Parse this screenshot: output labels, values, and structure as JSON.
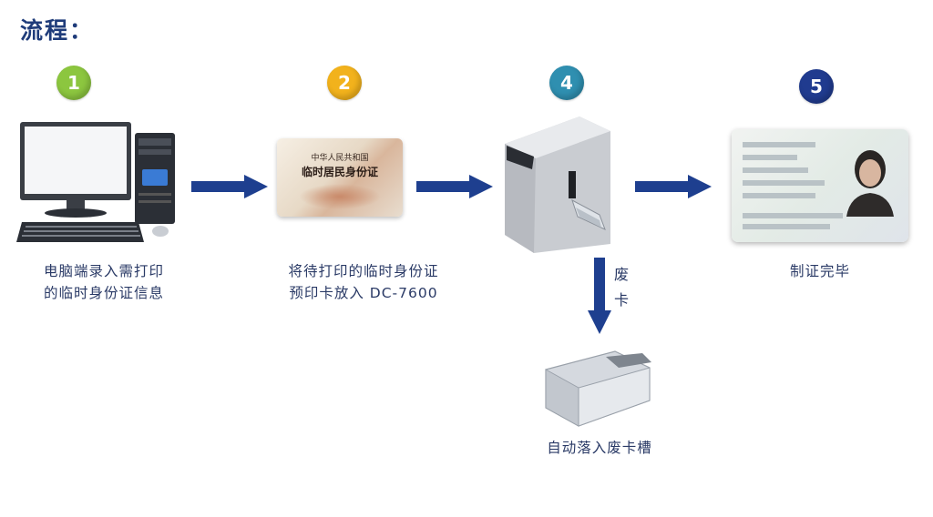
{
  "title": "流程：",
  "steps": [
    {
      "number": "1",
      "color": "#8cc63f",
      "caption_lines": [
        "电脑端录入需打印",
        "的临时身份证信息"
      ]
    },
    {
      "number": "2",
      "color": "#f2b21c",
      "caption_lines": [
        "将待打印的临时身份证",
        "预印卡放入 DC-7600"
      ]
    },
    {
      "number": "4",
      "color": "#2f8fb0",
      "caption_lines": []
    },
    {
      "number": "5",
      "color": "#203b8f",
      "caption_lines": [
        "制证完毕"
      ]
    }
  ],
  "card_blank": {
    "line1": "中华人民共和国",
    "line2": "临时居民身份证"
  },
  "reject": {
    "label_chars": [
      "废",
      "卡"
    ],
    "caption": "自动落入废卡槽"
  },
  "colors": {
    "arrow": "#1e3f8f",
    "title": "#1f3c7a",
    "text": "#2a3a66"
  }
}
